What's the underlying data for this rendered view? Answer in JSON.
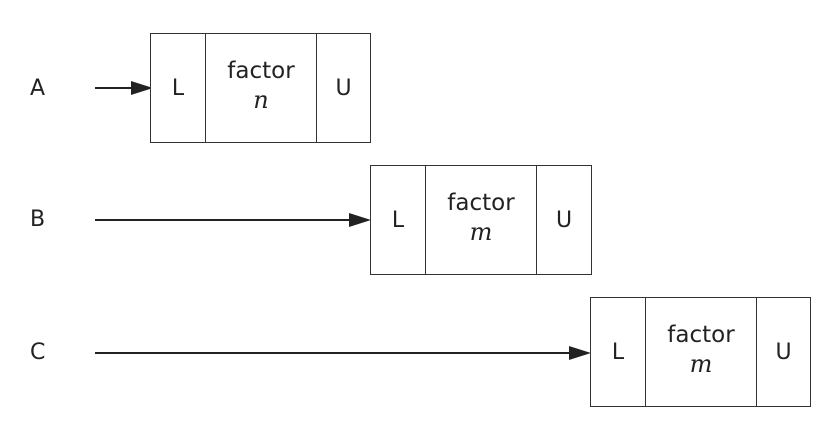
{
  "rows": [
    {
      "label": "A",
      "left": "L",
      "factor": "factor",
      "variable": "n",
      "right": "U"
    },
    {
      "label": "B",
      "left": "L",
      "factor": "factor",
      "variable": "m",
      "right": "U"
    },
    {
      "label": "C",
      "left": "L",
      "factor": "factor",
      "variable": "m",
      "right": "U"
    }
  ]
}
